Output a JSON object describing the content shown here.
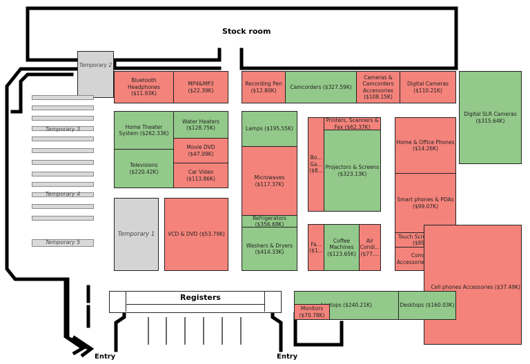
{
  "labels": {
    "stock_room": "Stock room",
    "registers": "Registers",
    "entry_left": "Entry",
    "entry_right": "Entry"
  },
  "temporary": {
    "t1": "Temporary 1",
    "t2": "Temporary 2",
    "t3": "Temporary 3",
    "t4": "Temporary 4",
    "t5": "Temporary 5"
  },
  "sections": {
    "bluetooth": "Bluetooth Headphones ($11.93K)",
    "mp4": "MP4&MP3 ($22.39K)",
    "recording_pen": "Recording Pen ($12.80K)",
    "camcorders": "Camcorders ($327.59K)",
    "camcorders_acc": "Cameras & Camcorders Accessories ($108.15K)",
    "digital_cameras": "Digital Cameras ($110.21K)",
    "dslr": "Digital SLR Cameras ($315.64K)",
    "home_theater": "Home Theater System ($262.33K)",
    "water_heaters": "Water Heaters ($128.75K)",
    "movie_dvd": "Movie DVD ($47.09K)",
    "televisions": "Televisions ($220.42K)",
    "car_video": "Car Video ($113.86K)",
    "lamps": "Lamps ($195.55K)",
    "microwaves": "Microwaves ($117.37K)",
    "refrigerators": "Refrigerators ($356.68K)",
    "washers": "Washers & Dryers ($414.33K)",
    "vcd_dvd": "VCD & DVD ($53.79K)",
    "bo_ga": "Bo... Ga... ($8...",
    "printers": "Printers, Scanners & Fax ($62.37K)",
    "projectors": "Projectors & Screens ($323.13K)",
    "fa": "Fa... ($1...",
    "coffee": "Coffee Machines ($123.65K)",
    "air": "Air Condi... ($77....",
    "home_office_phones": "Home & Office Phones ($14.26K)",
    "smart_phones": "Smart phones & PDAs ($99.07K)",
    "touch_screen": "Touch Screen Phones ($89.92K)",
    "computers_acc": "Computers Accessories ($47.33K)",
    "cell_acc": "Cell phones Accessories ($37.49K)",
    "laptops": "Laptops ($240.21K)",
    "monitors": "Monitors ($70.78K)",
    "desktops": "Desktops ($160.03K)"
  }
}
